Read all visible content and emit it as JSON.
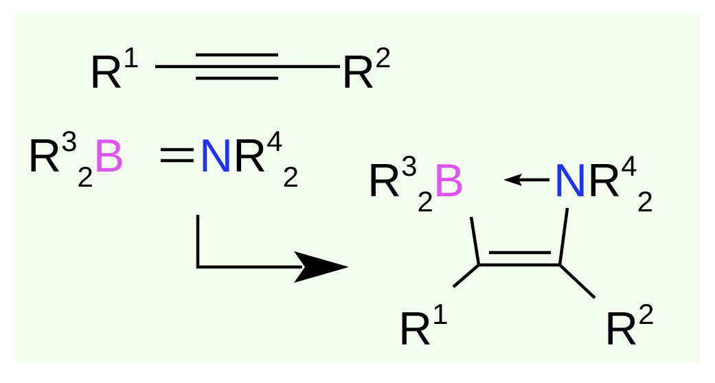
{
  "colors": {
    "background": "#f3fcee",
    "boron": "#dd55ee",
    "nitrogen": "#2233ee",
    "ink": "#000000"
  },
  "alkyne": {
    "left_group": "R",
    "left_index": "1",
    "right_group": "R",
    "right_index": "2"
  },
  "aminoborane": {
    "boron_substituent": "R",
    "boron_substituent_index": "3",
    "boron_substituent_count": "2",
    "boron": "B",
    "nitrogen": "N",
    "nitrogen_substituent": "R",
    "nitrogen_substituent_index": "4",
    "nitrogen_substituent_count": "2"
  },
  "product": {
    "boron_substituent": "R",
    "boron_substituent_index": "3",
    "boron_substituent_count": "2",
    "boron": "B",
    "nitrogen": "N",
    "nitrogen_substituent": "R",
    "nitrogen_substituent_index": "4",
    "nitrogen_substituent_count": "2",
    "carbon1_group": "R",
    "carbon1_index": "1",
    "carbon2_group": "R",
    "carbon2_index": "2"
  }
}
